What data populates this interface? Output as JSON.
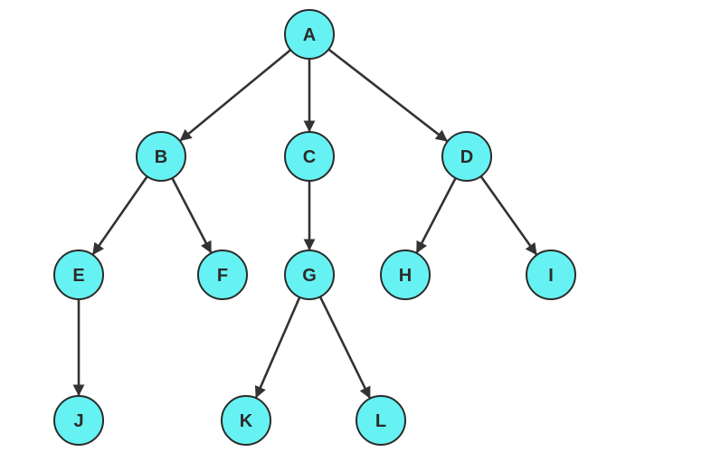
{
  "diagram": {
    "type": "tree",
    "colors": {
      "node_fill": "#66f2f2",
      "node_stroke": "#2b2b2b",
      "edge": "#333333",
      "text": "#2b2b2b",
      "background": "#ffffff"
    },
    "nodes": [
      {
        "id": "A",
        "label": "A"
      },
      {
        "id": "B",
        "label": "B"
      },
      {
        "id": "C",
        "label": "C"
      },
      {
        "id": "D",
        "label": "D"
      },
      {
        "id": "E",
        "label": "E"
      },
      {
        "id": "F",
        "label": "F"
      },
      {
        "id": "G",
        "label": "G"
      },
      {
        "id": "H",
        "label": "H"
      },
      {
        "id": "I",
        "label": "I"
      },
      {
        "id": "J",
        "label": "J"
      },
      {
        "id": "K",
        "label": "K"
      },
      {
        "id": "L",
        "label": "L"
      }
    ],
    "edges": [
      {
        "from": "A",
        "to": "B"
      },
      {
        "from": "A",
        "to": "C"
      },
      {
        "from": "A",
        "to": "D"
      },
      {
        "from": "B",
        "to": "E"
      },
      {
        "from": "B",
        "to": "F"
      },
      {
        "from": "C",
        "to": "G"
      },
      {
        "from": "D",
        "to": "H"
      },
      {
        "from": "D",
        "to": "I"
      },
      {
        "from": "E",
        "to": "J"
      },
      {
        "from": "G",
        "to": "K"
      },
      {
        "from": "G",
        "to": "L"
      }
    ]
  }
}
